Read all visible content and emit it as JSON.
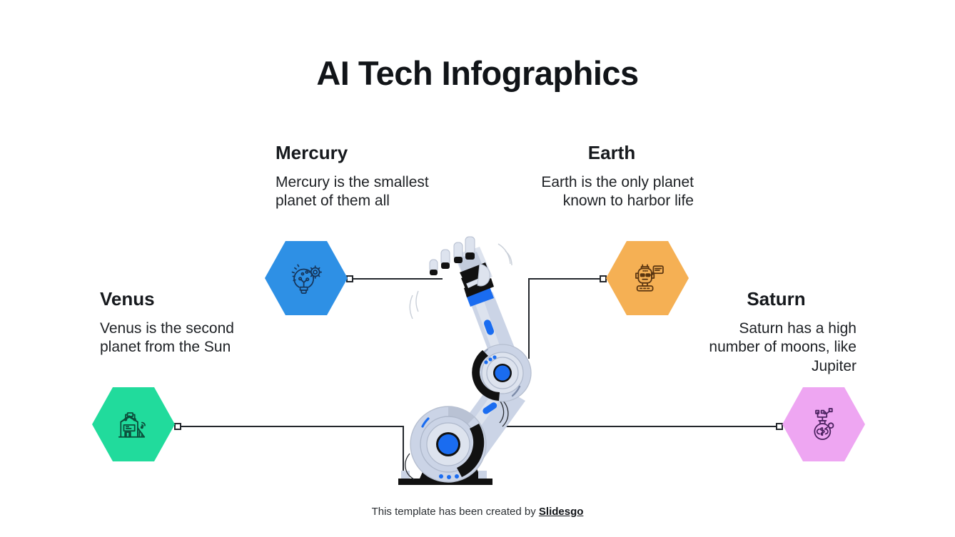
{
  "slide": {
    "title": "AI Tech Infographics",
    "background_color": "#FFFFFF"
  },
  "items": [
    {
      "id": "mercury",
      "heading": "Mercury",
      "body": "Mercury is the smallest planet of them all",
      "color": "#2E90E5",
      "icon": "lightbulb-gear-icon",
      "align": "left"
    },
    {
      "id": "earth",
      "heading": "Earth",
      "body": "Earth is the only planet known to harbor life",
      "color": "#F5B054",
      "icon": "chatbot-robot-icon",
      "align": "right"
    },
    {
      "id": "venus",
      "heading": "Venus",
      "body": "Venus is the second planet from the Sun",
      "color": "#21DB9C",
      "icon": "smart-home-icon",
      "align": "left"
    },
    {
      "id": "saturn",
      "heading": "Saturn",
      "body": "Saturn has a high number of moons, like Jupiter",
      "color": "#EEA6F2",
      "icon": "brain-flask-icon",
      "align": "right"
    }
  ],
  "illustration": {
    "name": "robotic-arm",
    "body_color": "#CBD4E6",
    "accent_color": "#1A6CF0",
    "dark_color": "#111111"
  },
  "connectors": {
    "line_color": "#23272C",
    "marker_color": "#FFFFFF"
  },
  "footer": {
    "text": "This template has been created by ",
    "brand": "Slidesgo"
  }
}
